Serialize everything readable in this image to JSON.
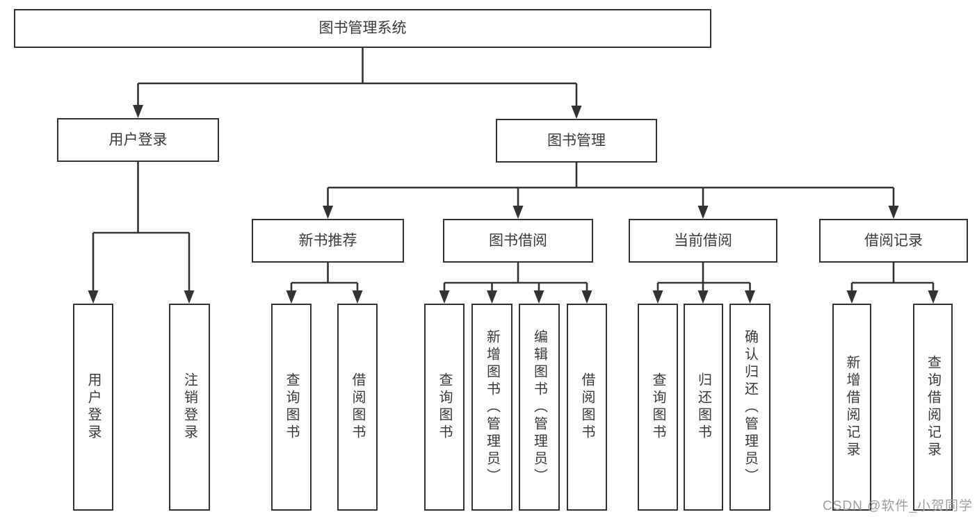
{
  "title": "图书管理系统",
  "watermark": "CSDN @软件_小贺同学",
  "colors": {
    "line": "#333333",
    "text": "#3a3a3a",
    "watermark": "#9e9e9e",
    "background": "#ffffff"
  },
  "tree": {
    "root": {
      "label": "图书管理系统"
    },
    "branches": [
      {
        "label": "用户登录",
        "children": [
          {
            "label": "用户登录"
          },
          {
            "label": "注销登录"
          }
        ]
      },
      {
        "label": "图书管理",
        "sections": [
          {
            "label": "新书推荐",
            "children": [
              {
                "label": "查询图书"
              },
              {
                "label": "借阅图书"
              }
            ]
          },
          {
            "label": "图书借阅",
            "children": [
              {
                "label": "查询图书"
              },
              {
                "label": "新增图书（管理员）"
              },
              {
                "label": "编辑图书（管理员）"
              },
              {
                "label": "借阅图书"
              }
            ]
          },
          {
            "label": "当前借阅",
            "children": [
              {
                "label": "查询图书"
              },
              {
                "label": "归还图书"
              },
              {
                "label": "确认归还（管理员）"
              }
            ]
          },
          {
            "label": "借阅记录",
            "children": [
              {
                "label": "新增借阅记录"
              },
              {
                "label": "查询借阅记录"
              }
            ]
          }
        ]
      }
    ]
  }
}
